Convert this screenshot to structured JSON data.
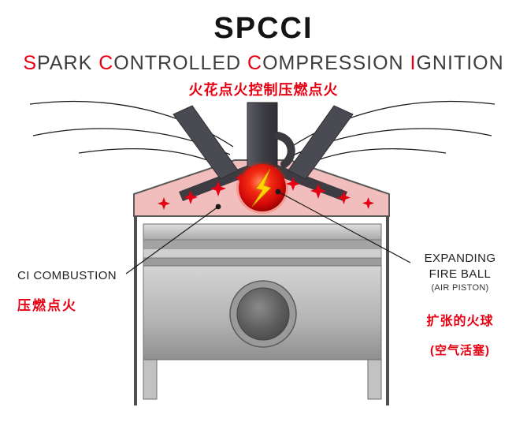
{
  "header": {
    "title": "SPCCI",
    "subtitle": {
      "w1_initial": "S",
      "w1_rest": "PARK",
      "w2_initial": "C",
      "w2_rest": "ONTROLLED",
      "w3_initial": "C",
      "w3_rest": "OMPRESSION",
      "w4_initial": "I",
      "w4_rest": "GNITION"
    },
    "subtitle_cn": "火花点火控制压燃点火"
  },
  "annotations": {
    "ci_combustion": {
      "en": "CI COMBUSTION",
      "cn": "压燃点火"
    },
    "fire_ball": {
      "en_line1": "EXPANDING",
      "en_line2": "FIRE BALL",
      "en_line3": "(AIR PISTON)",
      "cn_line1": "扩张的火球",
      "cn_line2": "(空气活塞)"
    }
  },
  "colors": {
    "accent_red": "#e60012",
    "chamber_pink": "#f1bdbd",
    "fireball_core": "#ff6a3c",
    "fireball_edge": "#8f0000",
    "lightning_yellow": "#ffd200",
    "metal_light": "#d6d6d6",
    "metal_dark": "#8f8f8f",
    "hardware_dark": "#45454d"
  }
}
